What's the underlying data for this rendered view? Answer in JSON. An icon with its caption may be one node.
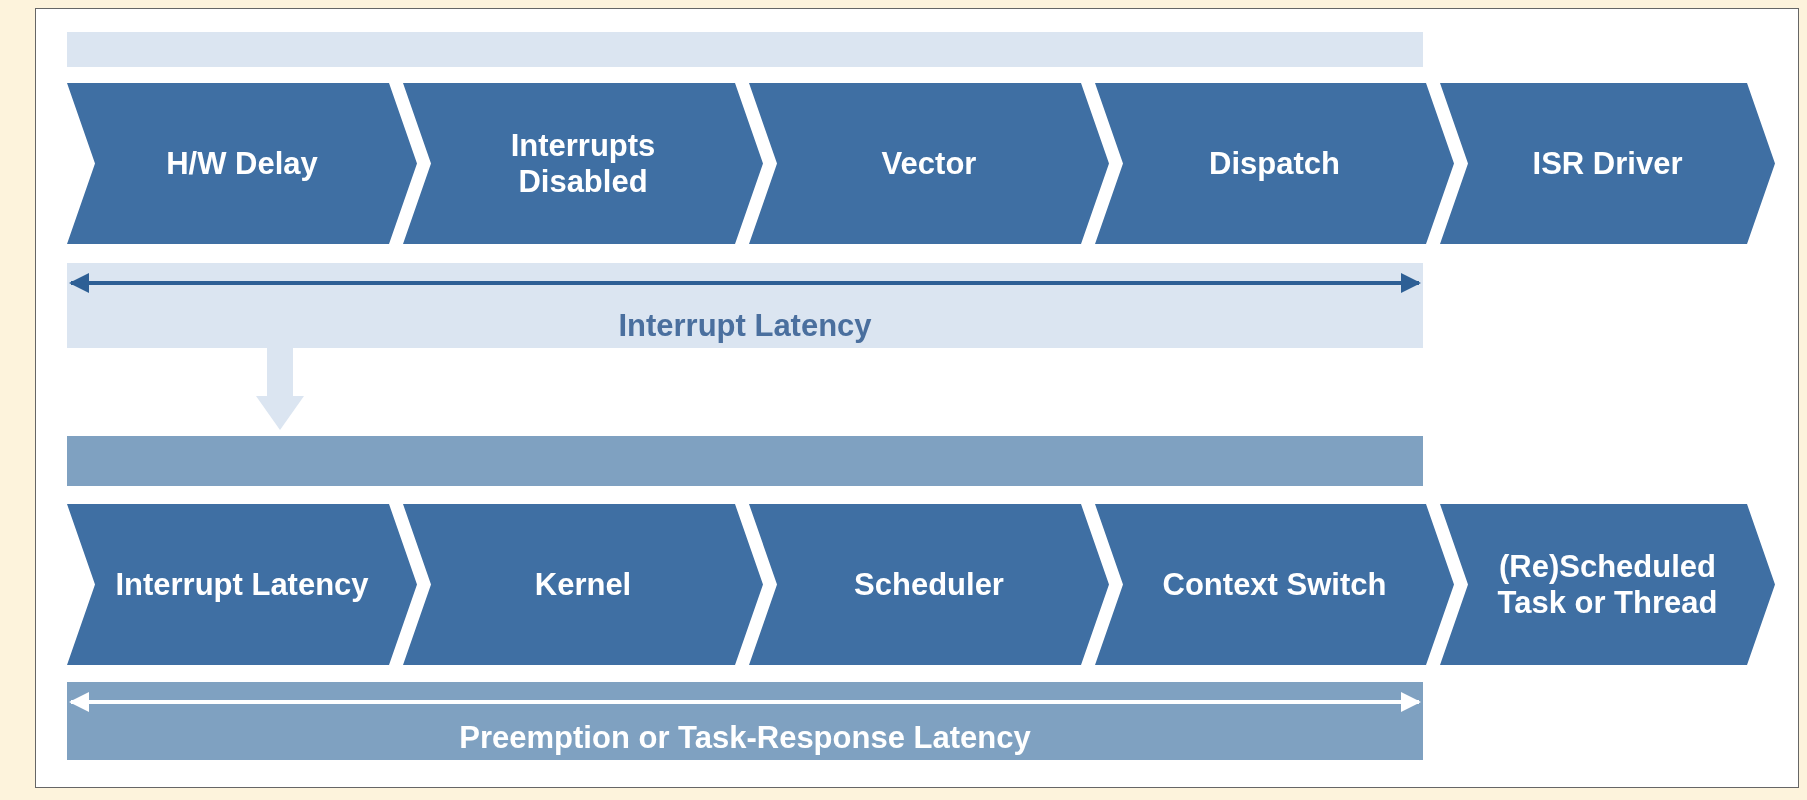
{
  "diagram": {
    "nodes": [
      {
        "text": [
          "H/W Delay"
        ]
      },
      {
        "text": [
          "Interrupts Disabled"
        ]
      },
      {
        "text": [
          "Vector"
        ]
      },
      {
        "text": [
          "Dispatch"
        ]
      },
      {
        "text": [
          "ISR Driver"
        ]
      },
      {
        "text": [
          "Interrupt Latency"
        ]
      },
      {
        "text": [],
        "shape": "bar"
      },
      {
        "text": [
          "Interrupt Latency"
        ]
      },
      {
        "text": [
          "Kernel"
        ]
      },
      {
        "text": [
          "Scheduler"
        ]
      },
      {
        "text": [
          "Context Switch"
        ]
      },
      {
        "text": [
          "(Re)Scheduled Task or Thread"
        ]
      },
      {
        "text": [
          "Preemption or Task-Response Latency"
        ]
      }
    ],
    "edges": [
      {
        "from": 5,
        "to": 6,
        "arrow": "to"
      }
    ]
  }
}
